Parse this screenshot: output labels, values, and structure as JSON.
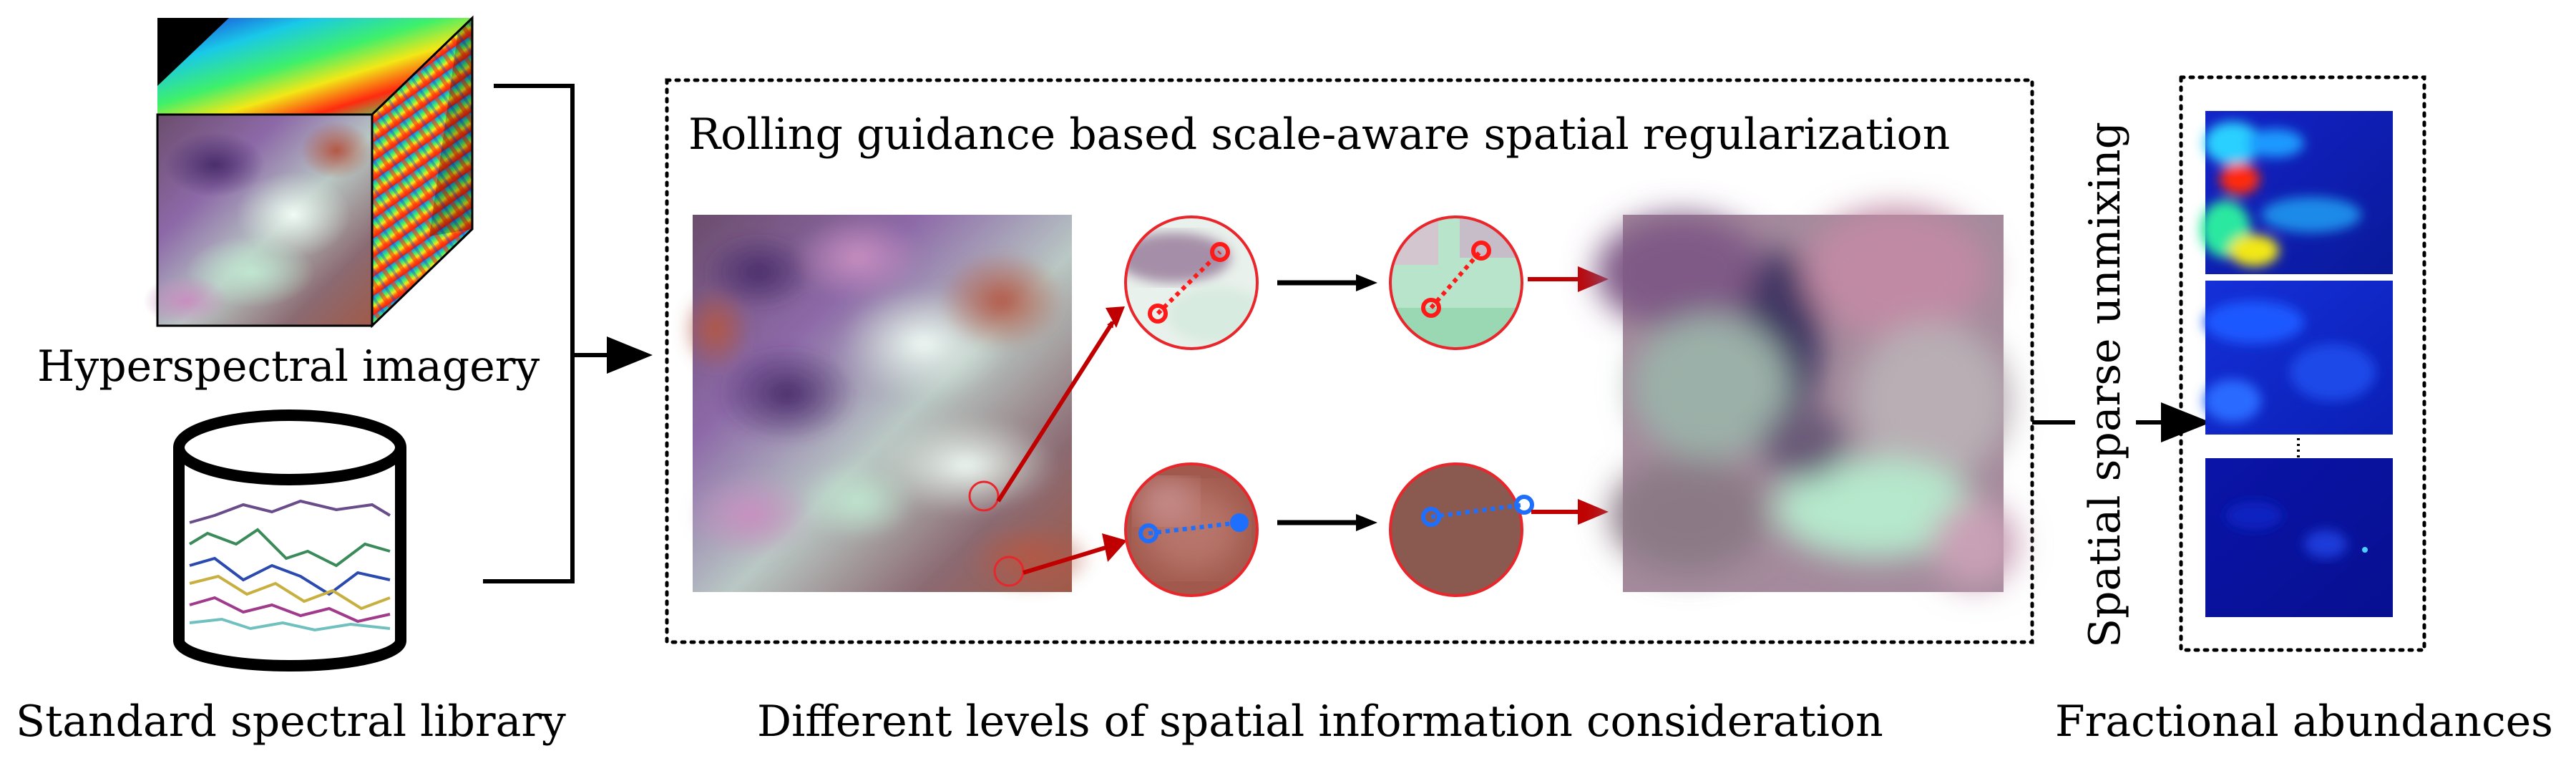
{
  "labels": {
    "hyperspectral": "Hyperspectral imagery",
    "library": "Standard spectral library",
    "rolling_guidance": "Rolling guidance based scale-aware spatial regularization",
    "levels": "Different levels of spatial information consideration",
    "unmixing": "Spatial sparse unmixing",
    "abundances": "Fractional abundances"
  },
  "colors": {
    "arrow_black": "#000000",
    "arrow_red": "#c00000",
    "circle_border_red": "#e8262b",
    "endpoint_red": "#ff1a1a",
    "endpoint_blue": "#1f6fff"
  },
  "icons": {
    "cube": "hyperspectral-cube-icon",
    "library": "spectral-library-cylinder-icon"
  }
}
